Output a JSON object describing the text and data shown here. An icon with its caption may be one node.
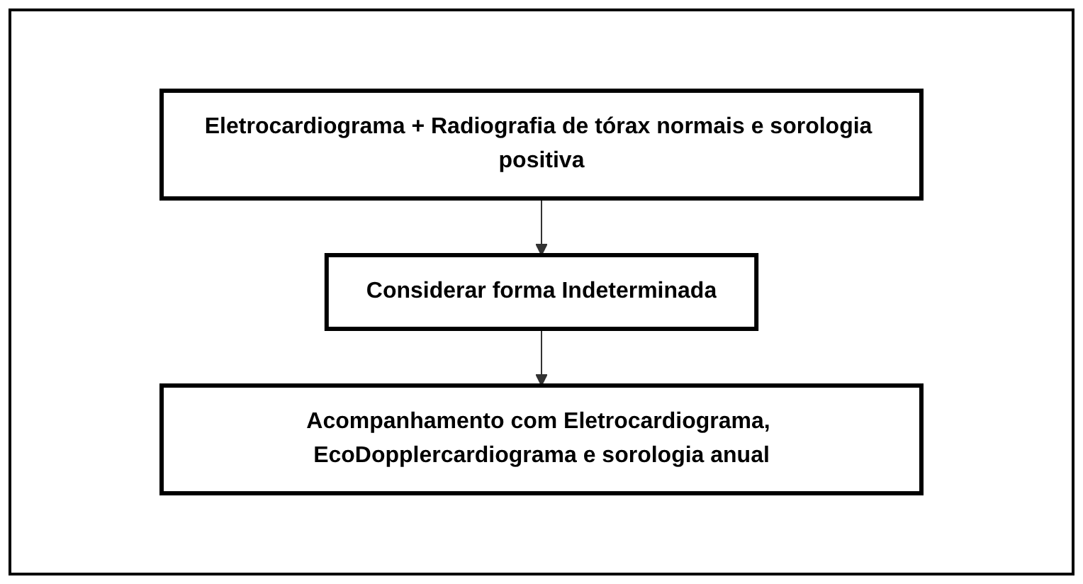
{
  "diagram": {
    "nodes": [
      {
        "text": [
          "Eletrocardiograma + Radiografia de tórax normais e sorologia positiva"
        ]
      },
      {
        "text": [
          "Considerar forma Indeterminada"
        ]
      },
      {
        "text": [
          "Acompanhamento com Eletrocardiograma, EcoDopplercardiograma e sorologia anual"
        ]
      }
    ],
    "edges": [
      {
        "from": 0,
        "to": 1,
        "arrow": "to"
      },
      {
        "from": 1,
        "to": 2,
        "arrow": "to"
      }
    ]
  }
}
